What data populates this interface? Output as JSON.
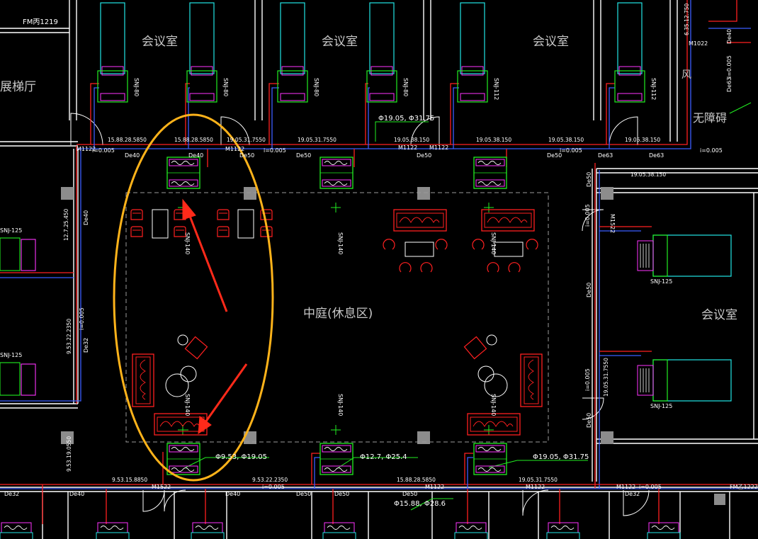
{
  "colors": {
    "background": "#000000",
    "wall": "#ffffff",
    "pipe_red": "#ff2020",
    "pipe_blue": "#3a5cff",
    "unit_green": "#22ee22",
    "unit_magenta": "#ff33ff",
    "cyan": "#22e5e5",
    "room_text": "#c8c8c8",
    "callout_orange": "#ffb31a",
    "arrow_red": "#ff2a1a",
    "dim_text": "#ffffff",
    "column_gray": "#8c8c8c"
  },
  "rooms": {
    "meeting_top_1": "会议室",
    "meeting_top_2": "会议室",
    "meeting_top_3": "会议室",
    "meeting_right": "会议室",
    "courtyard": "中庭(休息区)",
    "elevator_hall": "展梯厅",
    "accessible": "无障碍",
    "wind": "风"
  },
  "doors": {
    "fm_top_left": "FM丙1219",
    "fm_bottom_right": "FM乙1222",
    "m1122_a": "M1122",
    "m1122_b": "M1122",
    "m1122_c": "M1122",
    "m1122_d": "M1122",
    "m1022": "M1022",
    "m1522": "M1522",
    "m1522_right": "M1522",
    "m1122_bottom": "M1122",
    "m1122_bottom2": "M1122",
    "m1122_bottom3": "M1122"
  },
  "units": {
    "snj80_a": "SNJ-80",
    "snj80_b": "SNJ-80",
    "snj80_c": "SNJ-80",
    "snj80_d": "SNJ-80",
    "snj112": "SNJ-112",
    "snj112_b": "SNJ-112",
    "snj140_a": "SNJ-140",
    "snj140_b": "SNJ-140",
    "snj140_c": "SNJ-140",
    "snj140_d": "SNJ-140",
    "snj140_e": "SNJ-140",
    "snj140_f": "SNJ-140",
    "snj125_a": "SNJ-125",
    "snj125_b": "SNJ-125",
    "snj125_left1": "SNJ-125",
    "snj125_left2": "SNJ-125"
  },
  "pipes": {
    "p1": "15.88.28.5850",
    "p2": "15.88.28.5850",
    "p3": "19.05.31.7550",
    "p4": "19.05.31.7550",
    "p5": "19.05.38.150",
    "p6": "19.05.38.150",
    "p7": "19.05.38.150",
    "p8": "19.05.38.150",
    "p9": "12.7.25.450",
    "p10": "9.53.22.2350",
    "p11": "9.53.19.0550",
    "p12": "9.53.15.8850",
    "p13": "9.53.22.2350",
    "p14": "15.88.28.5850",
    "p15": "19.05.31.7550",
    "p16": "19.05.38.150",
    "p17": "19.05.31.7550",
    "p18": "6.35.12.750"
  },
  "diameters": {
    "d1": "Φ19.05, Φ31.75",
    "d2": "Φ9.53, Φ19.05",
    "d3": "Φ12.7, Φ25.4",
    "d4": "Φ19.05, Φ31.75",
    "d5": "Φ15.88, Φ28.6"
  },
  "drains": {
    "de40_a": "De40",
    "de40_b": "De40",
    "de50_a": "De50",
    "de50_b": "De50",
    "de50_c": "De50",
    "de63_a": "De63",
    "de63_b": "De63",
    "de40_c": "De40",
    "de32_a": "De32",
    "de40_v": "De40",
    "de50_v1": "De50",
    "de50_v2": "De50",
    "de50_v3": "De50",
    "de32_b": "De32",
    "de40_d": "De40",
    "de40_e": "De40",
    "de50_d": "De50",
    "de50_e": "De50",
    "de50_f": "De50",
    "de32_c": "De32",
    "de63_v": "De63",
    "de40_top": "De40"
  },
  "slopes": {
    "s1": "i=0.005",
    "s2": "i=0.005",
    "s3": "i=0.005",
    "s4": "i=0.005",
    "s5": "i=0.005",
    "s6": "i=0.005",
    "s7": "i=0.005",
    "s8": "i=0.005",
    "s9": "i=0.005",
    "s10": "i=0.005"
  }
}
